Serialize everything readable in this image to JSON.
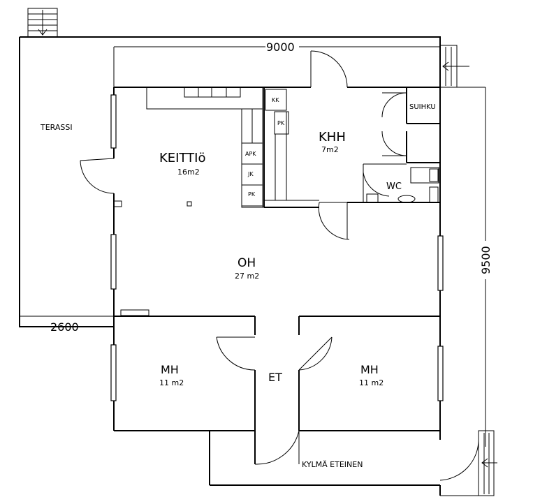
{
  "rooms": {
    "terassi": "TERASSI",
    "keittio": "KEITTIö",
    "keittio_area": "16m2",
    "khh": "KHH",
    "khh_area": "7m2",
    "suihku": "SUIHKU",
    "wc": "WC",
    "oh": "OH",
    "oh_area": "27 m2",
    "mh_left": "MH",
    "mh_left_area": "11 m2",
    "mh_right": "MH",
    "mh_right_area": "11 m2",
    "et": "ET",
    "kylma_eteinen": "KYLMÄ ETEINEN"
  },
  "fixtures": {
    "kk": "KK",
    "pk_upper": "PK",
    "apk": "APK",
    "jk": "JK",
    "pk_lower": "PK"
  },
  "dimensions": {
    "top": "9000",
    "right": "9500",
    "left": "2600"
  },
  "colors": {
    "line": "#000000",
    "background": "#ffffff"
  }
}
